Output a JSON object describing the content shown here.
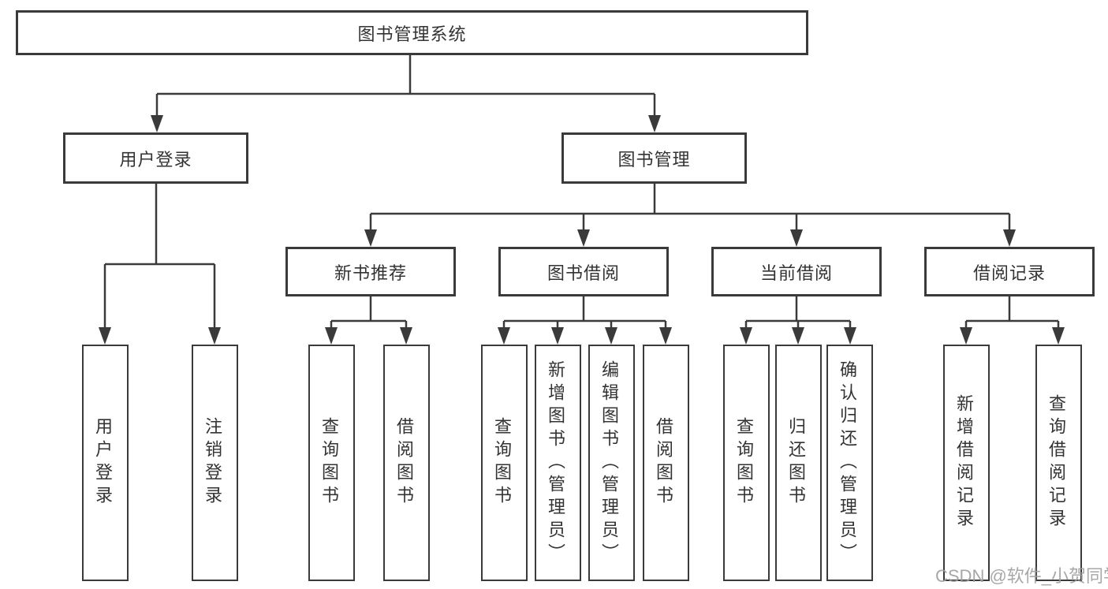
{
  "tree": {
    "label": "图书管理系统",
    "children": [
      {
        "label": "用户登录",
        "children": [
          {
            "label": "用户登录"
          },
          {
            "label": "注销登录"
          }
        ]
      },
      {
        "label": "图书管理",
        "children": [
          {
            "label": "新书推荐",
            "children": [
              {
                "label": "查询图书"
              },
              {
                "label": "借阅图书"
              }
            ]
          },
          {
            "label": "图书借阅",
            "children": [
              {
                "label": "查询图书"
              },
              {
                "label": "新增图书（管理员）"
              },
              {
                "label": "编辑图书（管理员）"
              },
              {
                "label": "借阅图书"
              }
            ]
          },
          {
            "label": "当前借阅",
            "children": [
              {
                "label": "查询图书"
              },
              {
                "label": "归还图书"
              },
              {
                "label": "确认归还（管理员）"
              }
            ]
          },
          {
            "label": "借阅记录",
            "children": [
              {
                "label": "新增借阅记录"
              },
              {
                "label": "查询借阅记录"
              }
            ]
          }
        ]
      }
    ]
  },
  "watermark": {
    "text": "CSDN @软件_小贺同学"
  },
  "colors": {
    "line": "#3a3a3a",
    "text": "#333333",
    "watermark": "#9e9e9e",
    "background": "#ffffff"
  }
}
